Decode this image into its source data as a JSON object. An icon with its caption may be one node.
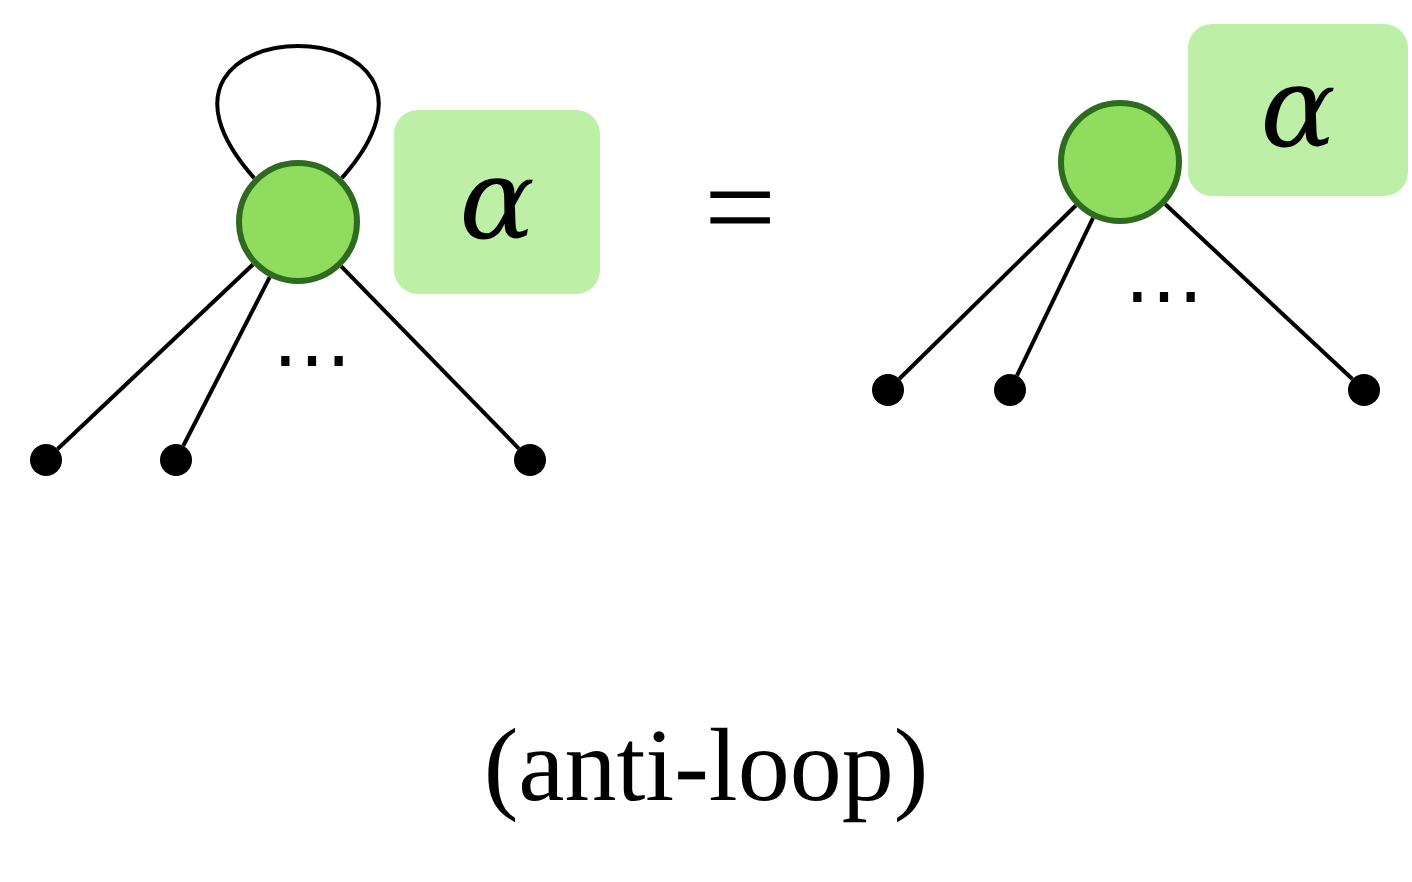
{
  "diagram": {
    "caption": "(anti-loop)",
    "nodes": [
      {
        "text": [],
        "shape": "circle"
      },
      {
        "text": [
          "α"
        ]
      },
      {
        "text": [],
        "shape": "dot"
      },
      {
        "text": [],
        "shape": "dot"
      },
      {
        "text": [],
        "shape": "dot"
      },
      {
        "text": [],
        "shape": "circle"
      },
      {
        "text": [
          "α"
        ]
      },
      {
        "text": [],
        "shape": "dot"
      },
      {
        "text": [],
        "shape": "dot"
      },
      {
        "text": [],
        "shape": "dot"
      }
    ],
    "edges": [
      {
        "from": 0,
        "to": 0,
        "arrow": "none"
      },
      {
        "from": 0,
        "to": 2,
        "arrow": "none"
      },
      {
        "from": 0,
        "to": 3,
        "arrow": "none"
      },
      {
        "from": 0,
        "to": 4,
        "arrow": "none"
      },
      {
        "from": 5,
        "to": 7,
        "arrow": "none"
      },
      {
        "from": 5,
        "to": 8,
        "arrow": "none"
      },
      {
        "from": 5,
        "to": 9,
        "arrow": "none"
      }
    ],
    "labels": [
      "⋯",
      "=",
      "⋯"
    ]
  }
}
